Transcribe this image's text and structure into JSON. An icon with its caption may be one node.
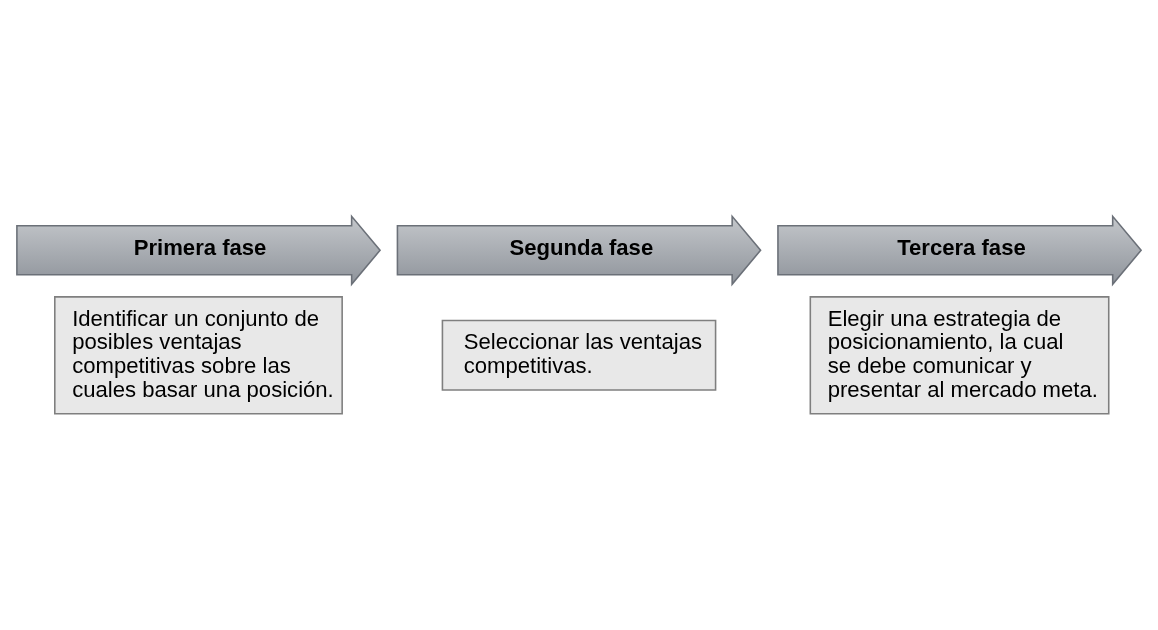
{
  "diagram": {
    "nodes": [
      {
        "text": [
          "Primera fase"
        ]
      },
      {
        "text": [
          "Identificar un conjunto de posibles ventajas competitivas sobre las cuales basar una posición."
        ]
      },
      {
        "text": [
          "Segunda fase"
        ]
      },
      {
        "text": [
          "Seleccionar las ventajas competitivas."
        ]
      },
      {
        "text": [
          "Tercera fase"
        ]
      },
      {
        "text": [
          "Elegir una estrategia de posicionamiento, la cual se debe comunicar y presentar al mercado meta."
        ]
      }
    ]
  }
}
